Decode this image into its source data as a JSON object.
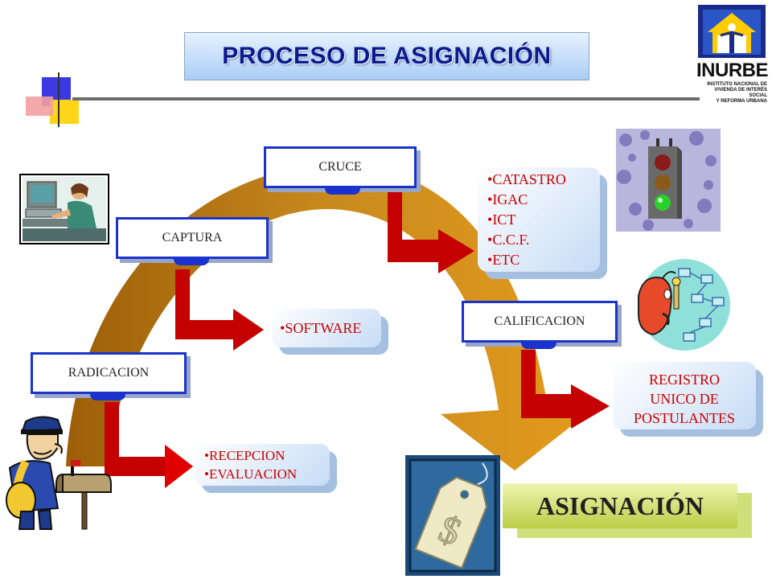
{
  "title": "PROCESO DE ASIGNACIÓN",
  "logo": {
    "name": "INURBE",
    "subtitle_lines": [
      "INSTITUTO NACIONAL DE",
      "VIVIENDA DE INTERÉS SOCIAL",
      "Y REFORMA URBANA"
    ]
  },
  "steps": {
    "radicacion": "RADICACION",
    "captura": "CAPTURA",
    "cruce": "CRUCE",
    "calificacion": "CALIFICACION"
  },
  "details": {
    "radicacion": [
      "RECEPCION",
      "EVALUACION"
    ],
    "captura": [
      "SOFTWARE"
    ],
    "cruce": [
      "CATASTRO",
      "IGAC",
      "ICT",
      "C.C.F.",
      "ETC"
    ],
    "calificacion": [
      "REGISTRO",
      "UNICO DE",
      "POSTULANTES"
    ]
  },
  "result": "ASIGNACIÓN",
  "colors": {
    "step_border": "#1a33cc",
    "detail_text": "#cc0000",
    "arc": "#b8740e",
    "connector": "#c40000",
    "title_text": "#0a1a8c"
  },
  "icons": {
    "office_worker": "computer-user-icon",
    "traffic_light": "traffic-light-icon",
    "planner": "flowchart-thinker-icon",
    "mailman": "mailman-icon",
    "price_tag": "price-tag-icon"
  }
}
